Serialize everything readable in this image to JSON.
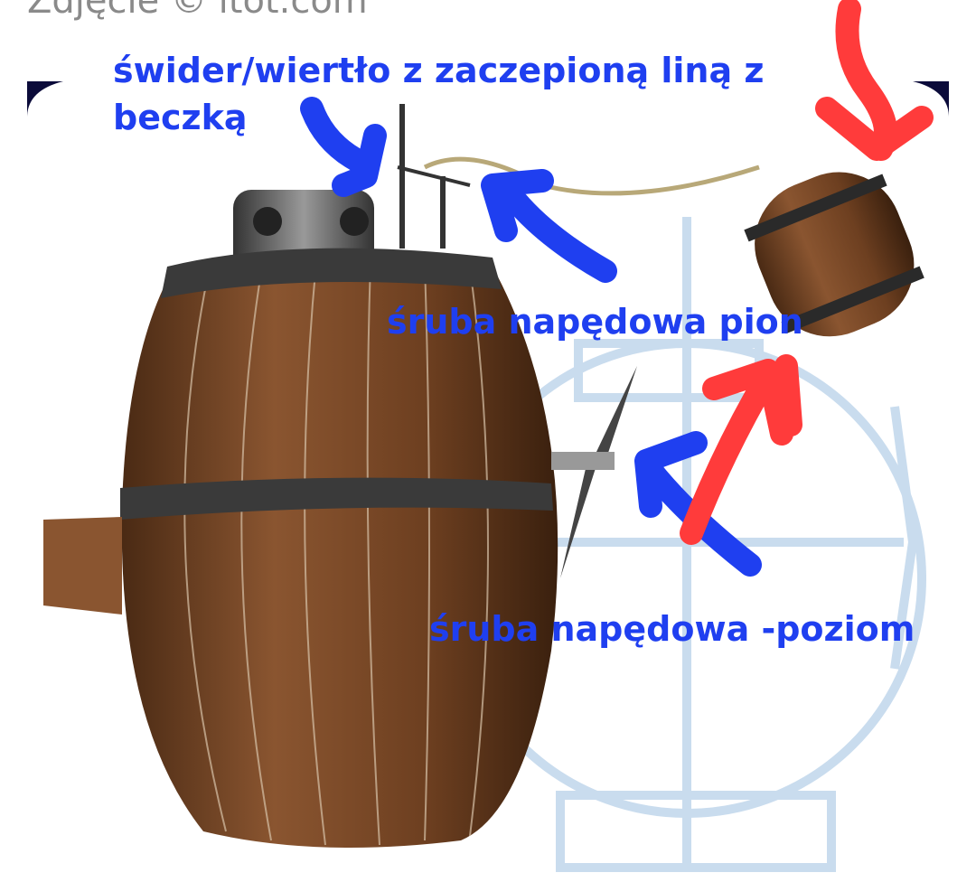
{
  "credit": "Zdjęcie © itot.com",
  "labels": {
    "drill": "świder/wiertło z zaczepioną liną z beczką",
    "vertical_propeller": "śruba napędowa pion",
    "horizontal_propeller": "śruba napędowa -poziom"
  },
  "colors": {
    "annotation_blue": "#1f3ff0",
    "annotation_red": "#ff3b3b",
    "wood": "#7a4a26",
    "blueprint": "#c9dcee"
  }
}
